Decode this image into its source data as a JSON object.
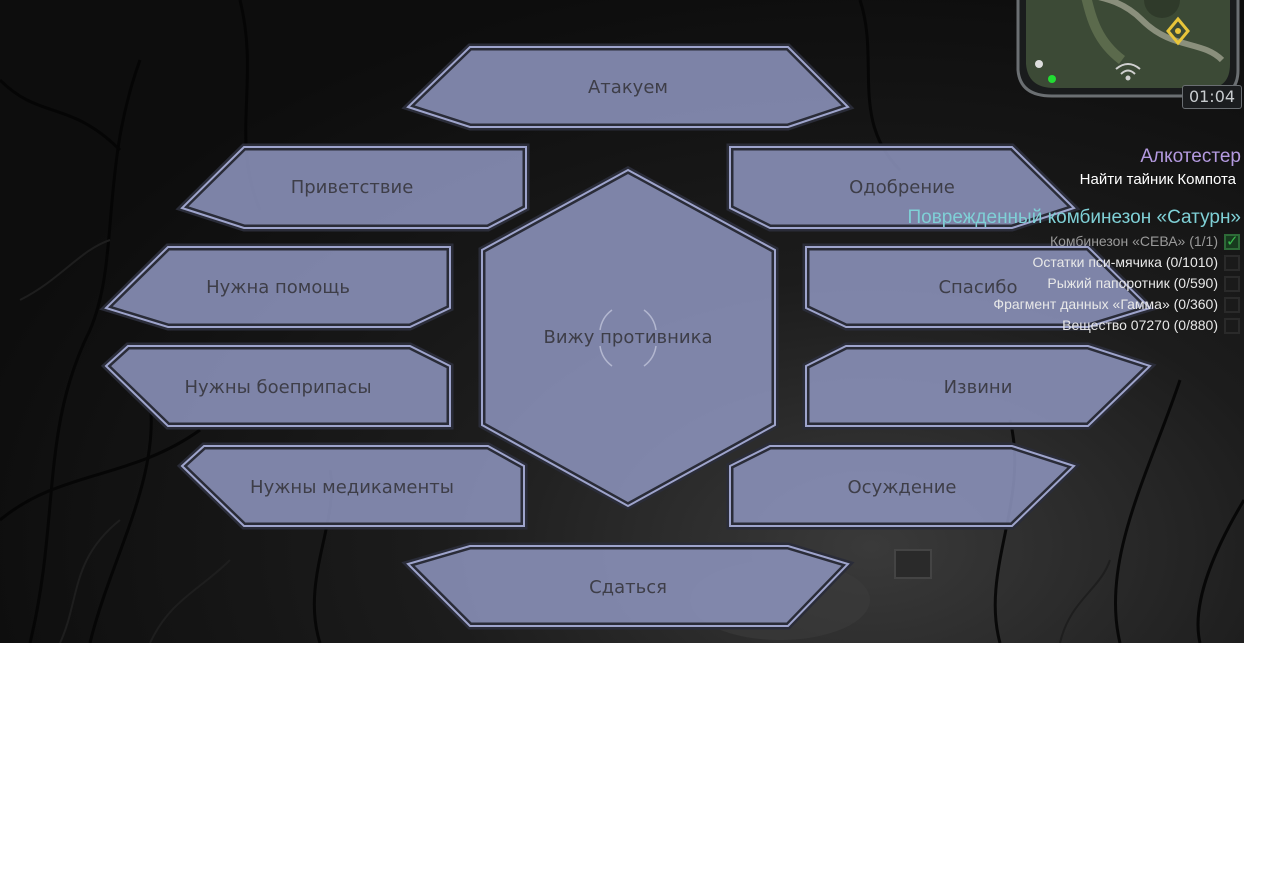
{
  "radial_menu": {
    "center": "Вижу противника",
    "top": "Атакуем",
    "bottom": "Сдаться",
    "left": [
      "Приветствие",
      "Нужна помощь",
      "Нужны боеприпасы",
      "Нужны медикаменты"
    ],
    "right": [
      "Одобрение",
      "Спасибо",
      "Извини",
      "Осуждение"
    ],
    "fill_color": "#8a90b8",
    "border_color": "#2a2c38",
    "outline_color": "#9ea4cc"
  },
  "hud": {
    "timer": "01:04"
  },
  "quests": {
    "quest1": {
      "title": "Алкотестер",
      "task": "Найти тайник Компота"
    },
    "quest2": {
      "title": "Поврежденный комбинезон «Сатурн»",
      "items": [
        {
          "text": "Комбинезон «СЕВА» (1/1)",
          "done": true
        },
        {
          "text": "Остатки пси-мячика (0/1010)",
          "done": false
        },
        {
          "text": "Рыжий папоротник (0/590)",
          "done": false
        },
        {
          "text": "Фрагмент данных «Гамма» (0/360)",
          "done": false
        },
        {
          "text": "Вещество 07270 (0/880)",
          "done": false
        }
      ]
    }
  },
  "icons": {
    "map_marker": "waypoint-diamond-icon",
    "signal": "signal-icon"
  }
}
